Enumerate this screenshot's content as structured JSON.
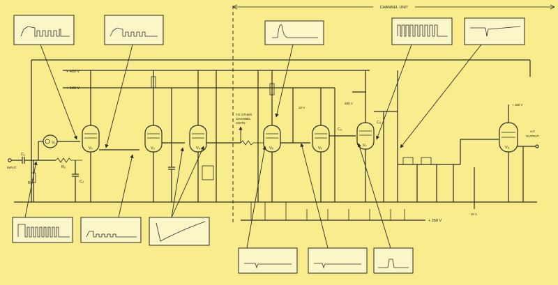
{
  "diagram": {
    "channel_unit_label": "CHANNEL UNIT",
    "rails": {
      "v400": "+ 400 V",
      "v140": "+ 140 V",
      "v250": "+ 250 V"
    },
    "supplies": {
      "v280": "280 V",
      "v10": "10 V",
      "v180": "+ 180 V",
      "vneg15": "- 15 V"
    },
    "input_label": "INPUT",
    "output_label_1": "A.F",
    "output_label_2": "OUTPUT",
    "other_units_label": [
      "TO OTHER",
      "CHANNEL",
      "UNITS"
    ],
    "components": {
      "c1": "C₁",
      "c2": "C₂",
      "c3": "C₃",
      "c4": "C₄",
      "r1": "R₁",
      "r2": "R₂"
    },
    "tubes": [
      "V₁",
      "V₂",
      "V₃",
      "V₄",
      "V₅",
      "V₆",
      "V₇",
      "V₈"
    ]
  }
}
